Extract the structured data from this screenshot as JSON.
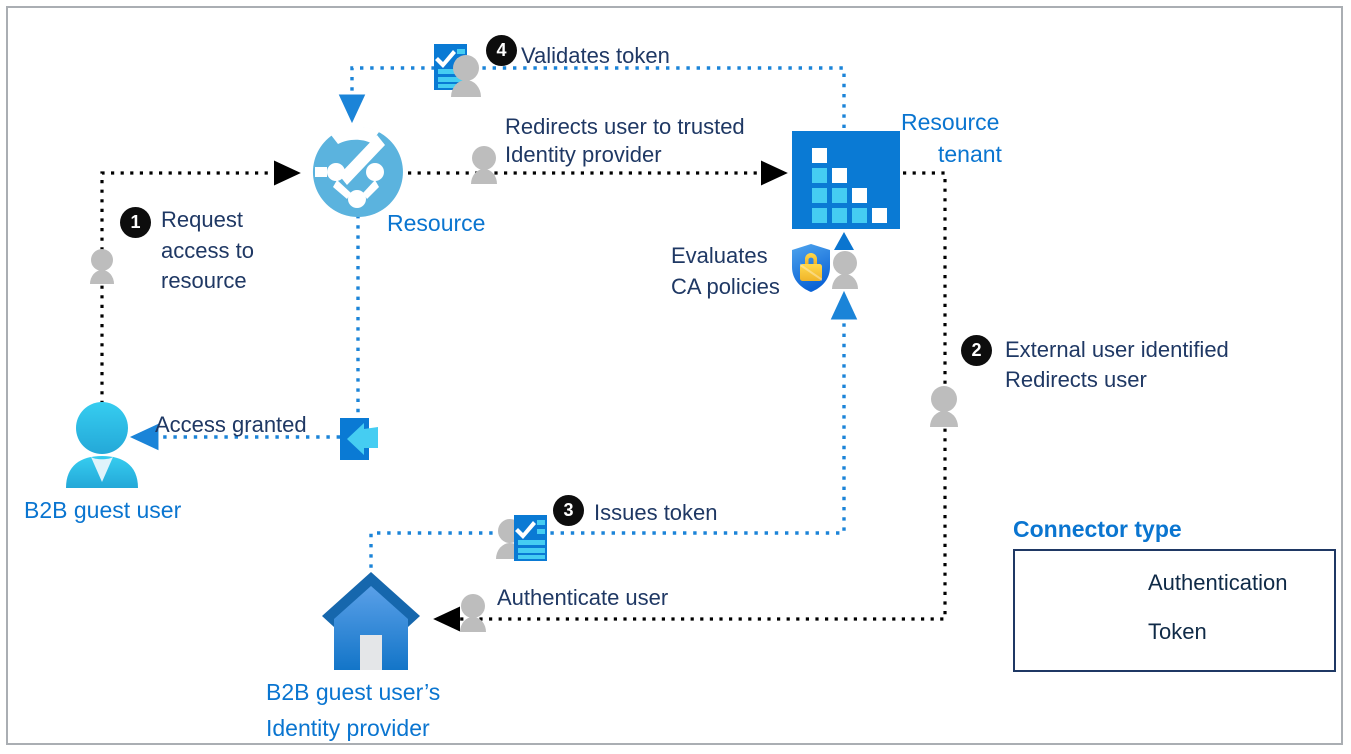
{
  "diagram": {
    "title": "B2B guest user cross-tenant authentication flow",
    "border_color": "#aaaeb3",
    "accent_blue": "#0a75d0",
    "text_navy": "#1f3864",
    "auth_line_color": "#000000",
    "token_line_color": "#1b84d8"
  },
  "nodes": {
    "guest_user": {
      "label": "B2B guest user",
      "icon": "person-blue-icon"
    },
    "resource": {
      "label": "Resource",
      "icon": "globe-icon"
    },
    "resource_tenant": {
      "label": "Resource\ntenant",
      "label_line1": "Resource",
      "label_line2": "tenant",
      "icon": "tenant-grid-icon"
    },
    "identity_provider": {
      "label_line1": "B2B guest user’s",
      "label_line2": "Identity provider",
      "icon": "home-icon"
    },
    "sign_in": {
      "icon": "sign-in-arrow-icon"
    },
    "ca_policy": {
      "icon": "shield-lock-icon"
    }
  },
  "steps": [
    {
      "number": "1",
      "lines": [
        "Request",
        "access to",
        "resource"
      ],
      "icon": "person-gray-icon",
      "connector": "authentication"
    },
    {
      "number": "2",
      "lines": [
        "External user identified",
        "Redirects user"
      ],
      "icon": "person-gray-icon",
      "connector": "authentication"
    },
    {
      "number": "3",
      "lines": [
        "Issues token"
      ],
      "icon": "token-person-icon",
      "connector": "token"
    },
    {
      "number": "4",
      "lines": [
        "Validates token"
      ],
      "icon": "token-person-icon",
      "connector": "token"
    }
  ],
  "edge_labels": [
    {
      "id": "redirect-trusted-idp",
      "lines": [
        "Redirects user to trusted",
        "Identity provider"
      ],
      "icon": "person-gray-icon",
      "connector": "authentication"
    },
    {
      "id": "evaluates-ca-policies",
      "lines": [
        "Evaluates",
        "CA policies"
      ],
      "icon": "shield-lock-person-icon",
      "connector": "token"
    },
    {
      "id": "access-granted",
      "lines": [
        "Access granted"
      ],
      "connector": "token"
    },
    {
      "id": "authenticate-user",
      "lines": [
        "Authenticate user"
      ],
      "icon": "person-gray-icon",
      "connector": "authentication"
    }
  ],
  "legend": {
    "title": "Connector type",
    "items": [
      {
        "label": "Authentication",
        "color": "#000000",
        "style": "dotted-arrow-left"
      },
      {
        "label": "Token",
        "color": "#1b84d8",
        "style": "dotted-arrow-left"
      }
    ]
  }
}
